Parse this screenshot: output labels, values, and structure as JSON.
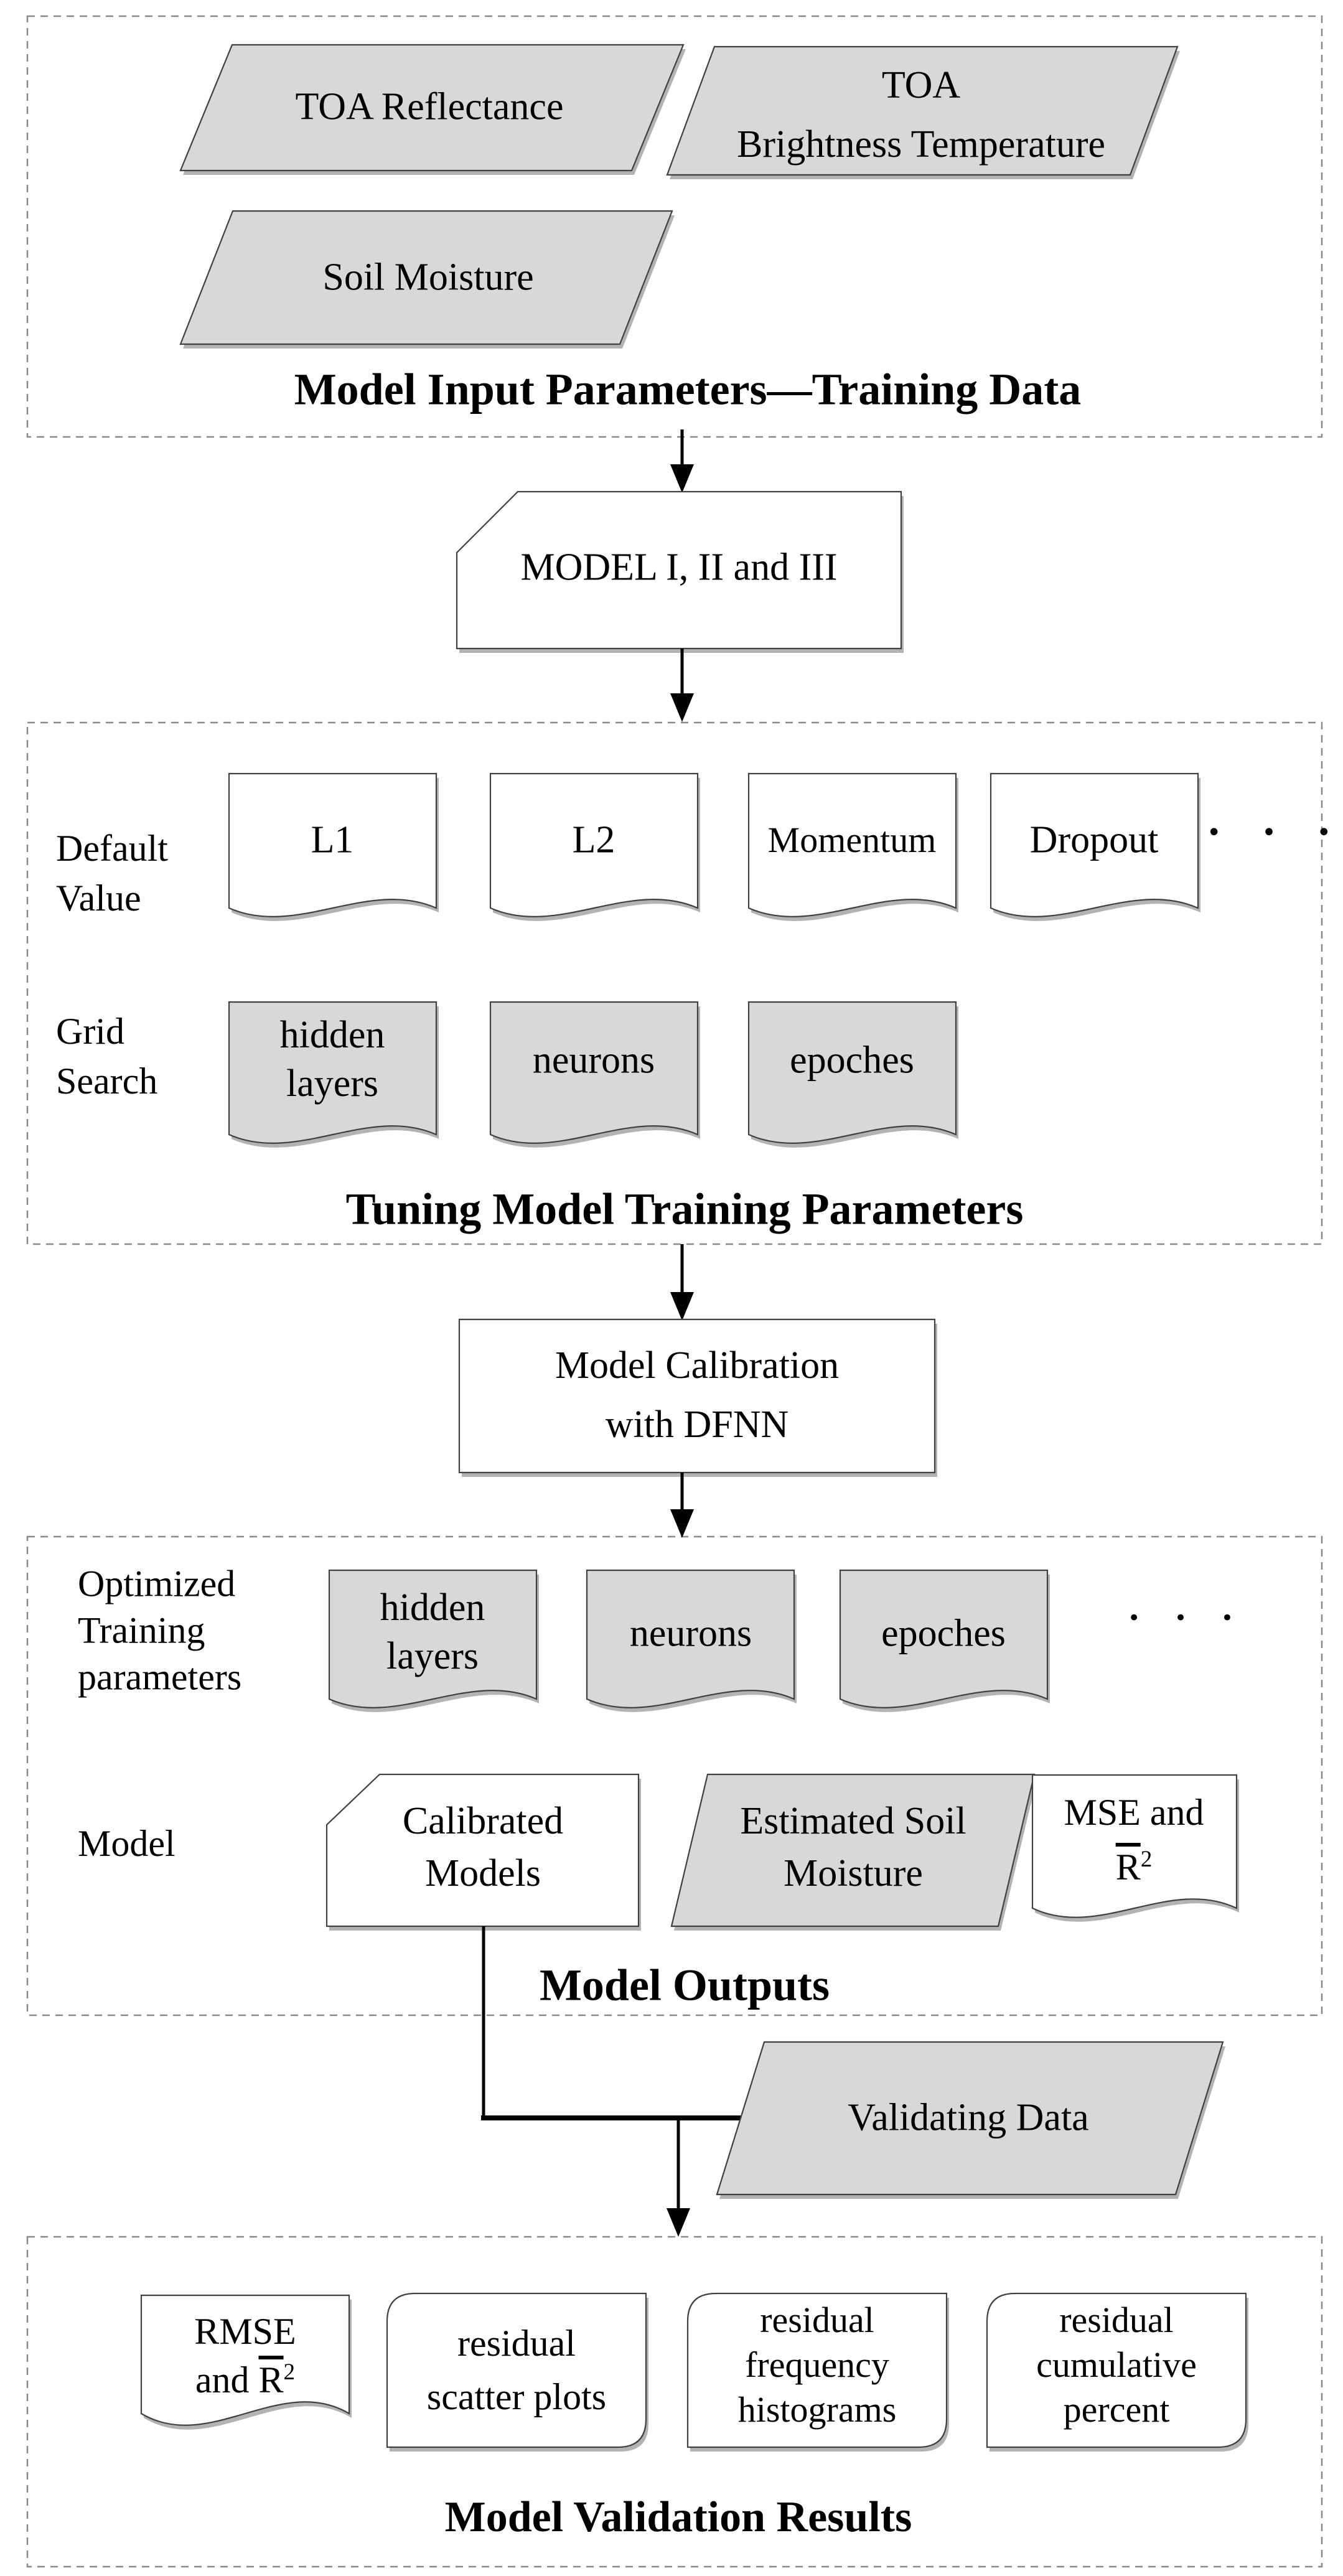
{
  "colors": {
    "background": "#ffffff",
    "shape_fill_gray": "#d8d8d8",
    "shape_fill_white": "#ffffff",
    "shape_stroke": "#404040",
    "dashed_border": "#8a8a8a",
    "shadow": "#b3b3b3",
    "arrow": "#000000",
    "text": "#000000"
  },
  "inputs": {
    "title": "Model Input Parameters—Training Data",
    "toa_reflectance": "TOA Reflectance",
    "toa_brightness": [
      "TOA",
      "Brightness Temperature"
    ],
    "soil_moisture": "Soil Moisture"
  },
  "model_selector": {
    "label": "MODEL I, II and III"
  },
  "tuning": {
    "title": "Tuning Model Training Parameters",
    "default_label": [
      "Default",
      "Value"
    ],
    "default_docs": [
      "L1",
      "L2",
      "Momentum",
      "Dropout"
    ],
    "ellipsis": "• • •",
    "grid_label": [
      "Grid",
      "Search"
    ],
    "grid_docs": [
      [
        "hidden",
        "layers"
      ],
      [
        "neurons"
      ],
      [
        "epoches"
      ]
    ]
  },
  "calibration": {
    "label": [
      "Model Calibration",
      "with DFNN"
    ]
  },
  "outputs": {
    "title": "Model Outputs",
    "optimized_label": [
      "Optimized",
      "Training",
      "parameters"
    ],
    "optimized_docs": [
      [
        "hidden",
        "layers"
      ],
      [
        "neurons"
      ],
      [
        "epoches"
      ]
    ],
    "ellipsis": "• • •",
    "model_label": "Model",
    "calibrated_models": [
      "Calibrated",
      "Models"
    ],
    "estimated_soil_moisture": [
      "Estimated Soil",
      "Moisture"
    ],
    "mse": {
      "line1": "MSE and",
      "r": "R",
      "sup": "2"
    }
  },
  "validating": {
    "label": "Validating Data"
  },
  "validation": {
    "title": "Model Validation Results",
    "rmse": {
      "line1": "RMSE",
      "and": "and ",
      "r": "R",
      "sup": "2"
    },
    "boxes": [
      [
        "residual",
        "scatter plots"
      ],
      [
        "residual",
        "frequency",
        "histograms"
      ],
      [
        "residual",
        "cumulative",
        "percent"
      ]
    ]
  }
}
